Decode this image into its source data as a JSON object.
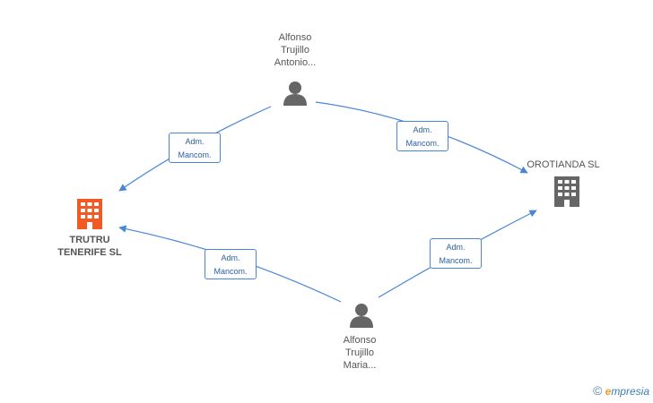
{
  "nodes": {
    "person_top": {
      "lines": [
        "Alfonso",
        "Trujillo",
        "Antonio..."
      ]
    },
    "person_bottom": {
      "lines": [
        "Alfonso",
        "Trujillo",
        "Maria..."
      ]
    },
    "company_main": {
      "lines": [
        "TRUTRU",
        "TENERIFE SL"
      ],
      "color": "#f15a24"
    },
    "company_other": {
      "lines": [
        "OROTIANDA SL"
      ],
      "color": "#666666"
    }
  },
  "edges": [
    {
      "line1": "Adm.",
      "line2": "Mancom."
    },
    {
      "line1": "Adm.",
      "line2": "Mancom."
    },
    {
      "line1": "Adm.",
      "line2": "Mancom."
    },
    {
      "line1": "Adm.",
      "line2": "Mancom."
    }
  ],
  "colors": {
    "edge": "#4a86d8",
    "person_icon": "#666666"
  },
  "brand": {
    "copyright": "©",
    "initial": "e",
    "name": "mpresia"
  }
}
